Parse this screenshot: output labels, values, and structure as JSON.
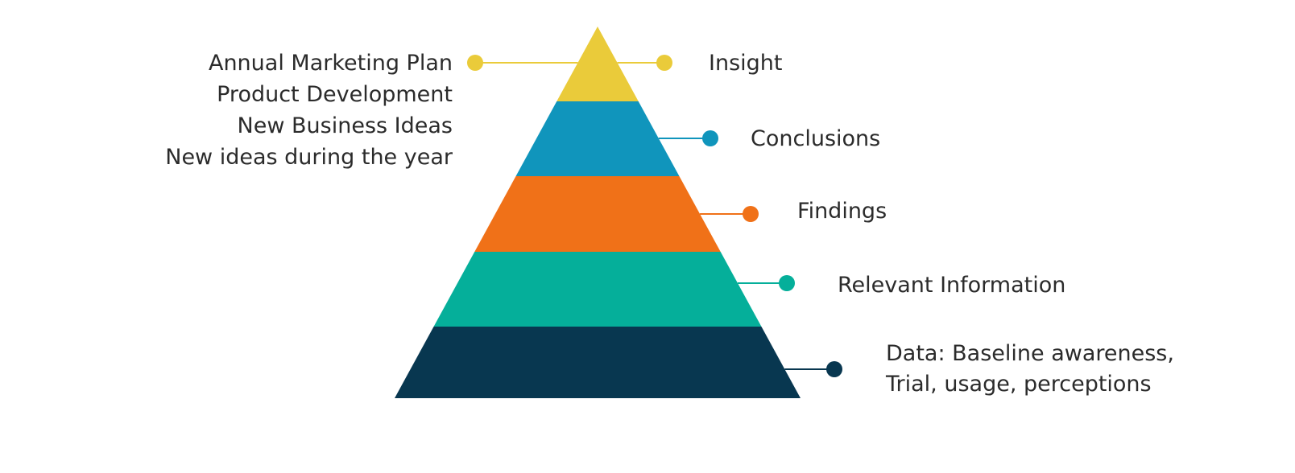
{
  "diagram": {
    "left_notes": [
      "Annual Marketing Plan",
      "Product Development",
      "New Business Ideas",
      "New ideas during the year"
    ],
    "levels": [
      {
        "label": "Insight",
        "color": "#EACB3A"
      },
      {
        "label": "Conclusions",
        "color": "#1095BC"
      },
      {
        "label": "Findings",
        "color": "#F07118"
      },
      {
        "label": "Relevant Information",
        "color": "#05AF9A"
      },
      {
        "label_lines": [
          "Data: Baseline awareness,",
          "Trial, usage, perceptions"
        ],
        "color": "#083750"
      }
    ]
  }
}
